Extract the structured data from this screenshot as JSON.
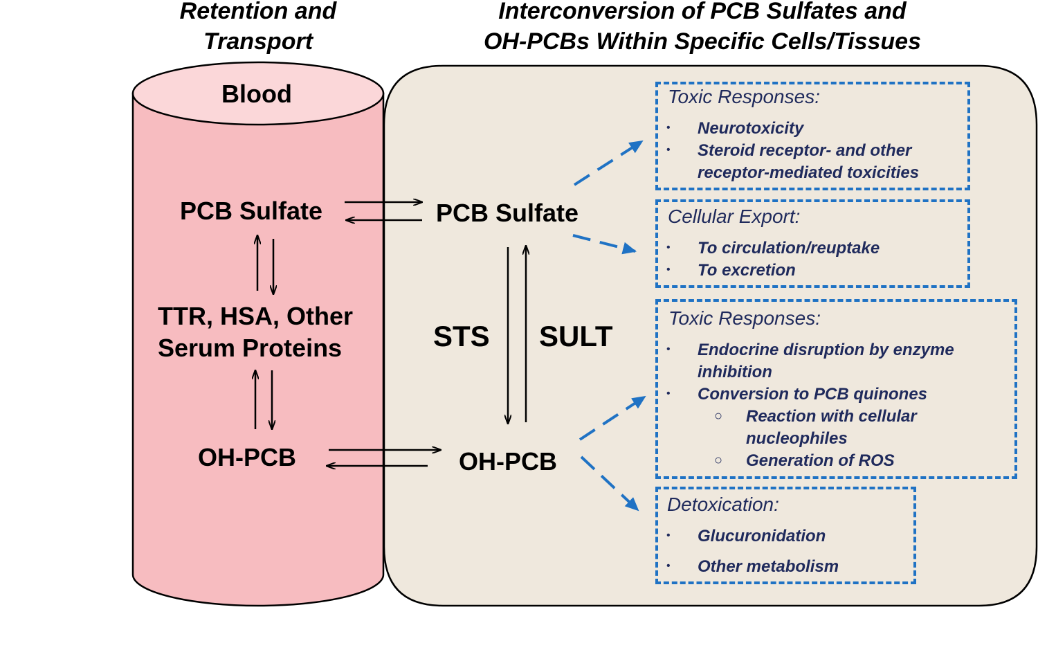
{
  "headings": {
    "left_line1": "Retention and",
    "left_line2": "Transport",
    "right_line1": "Interconversion of PCB Sulfates and",
    "right_line2": "OH-PCBs Within Specific Cells/Tissues"
  },
  "blood": {
    "title": "Blood",
    "pcb_sulfate": "PCB Sulfate",
    "proteins_line1": "TTR, HSA, Other",
    "proteins_line2": "Serum Proteins",
    "oh_pcb": "OH-PCB",
    "fill_color": "#f7bcc0",
    "top_color": "#fbd7d9"
  },
  "cell": {
    "pcb_sulfate": "PCB Sulfate",
    "oh_pcb": "OH-PCB",
    "sts": "STS",
    "sult": "SULT",
    "fill_color": "#efe8dd"
  },
  "boxes": {
    "toxic1": {
      "title": "Toxic Responses:",
      "items": [
        "Neurotoxicity",
        "Steroid receptor- and other",
        "receptor-mediated toxicities"
      ]
    },
    "export": {
      "title": "Cellular Export:",
      "items": [
        "To circulation/reuptake",
        "To excretion"
      ]
    },
    "toxic2": {
      "title": "Toxic Responses:",
      "items": [
        "Endocrine disruption by enzyme",
        "inhibition",
        "Conversion to PCB quinones"
      ],
      "subitems": [
        "Reaction with cellular",
        "nucleophiles",
        "Generation of ROS"
      ]
    },
    "detox": {
      "title": "Detoxication:",
      "items": [
        "Glucuronidation",
        "Other metabolism"
      ]
    }
  },
  "bullet_symbol": "•",
  "sub_bullet_symbol": "○",
  "colors": {
    "accent": "#1f72c4",
    "box_text": "#1f2a5c"
  }
}
